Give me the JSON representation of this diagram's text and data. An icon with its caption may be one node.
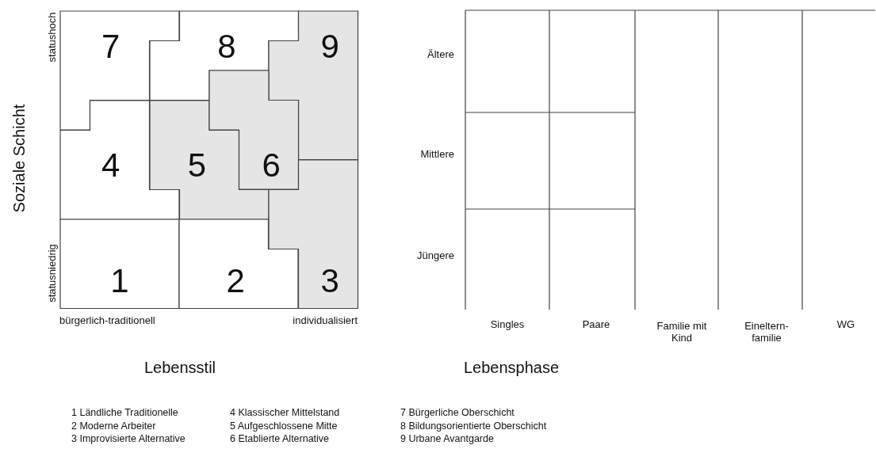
{
  "diagram": {
    "nodes": [
      {
        "text": [
          "7"
        ]
      },
      {
        "text": [
          "8"
        ]
      },
      {
        "text": [
          "9"
        ]
      },
      {
        "text": [
          "4"
        ]
      },
      {
        "text": [
          "5"
        ]
      },
      {
        "text": [
          "6"
        ]
      },
      {
        "text": [
          "1"
        ]
      },
      {
        "text": [
          "2"
        ]
      },
      {
        "text": [
          "3"
        ]
      }
    ],
    "edges": [],
    "labels": [
      "statushoch",
      "Soziale Schicht",
      "statusniedrig",
      "bürgerlich-traditionell",
      "individualisiert",
      "Lebensstil",
      "Ältere",
      "Mittlere",
      "Jüngere",
      "Singles",
      "Paare",
      "Familie mit Kind",
      "Eineltern-familie",
      "WG",
      "Lebensphase",
      "1 Ländliche Traditionelle",
      "4 Klassischer Mittelstand",
      "7 Bürgerliche Oberschicht",
      "2 Moderne Arbeiter",
      "5 Aufgeschlossene Mitte",
      "8 Bildungsorientierte Oberschicht",
      "3 Improvisierte Alternative",
      "6 Etablierte Alternative",
      "9 Urbane Avantgarde"
    ]
  }
}
